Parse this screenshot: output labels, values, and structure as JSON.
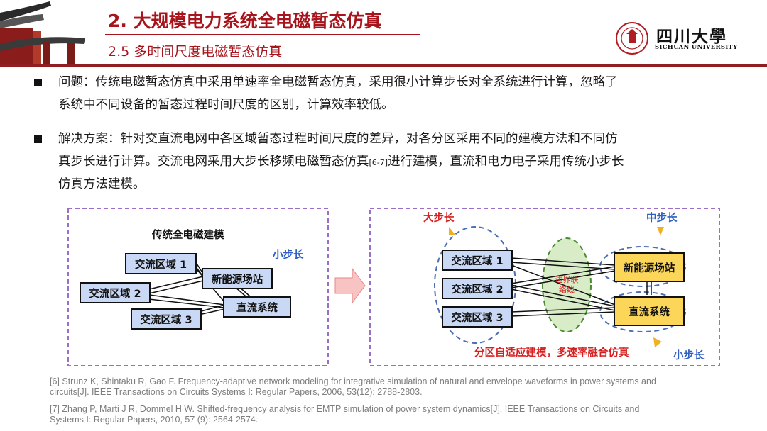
{
  "header": {
    "title": "2. 大规模电力系统全电磁暂态仿真",
    "subtitle": "2.5 多时间尺度电磁暂态仿真",
    "logo_cn": "四川大學",
    "logo_en": "SICHUAN UNIVERSITY"
  },
  "bullets": [
    {
      "lines": [
        "问题：传统电磁暂态仿真中采用单速率全电磁暂态仿真，采用很小计算步长对全系统进行计算，忽略了",
        "系统中不同设备的暂态过程时间尺度的区别，计算效率较低。"
      ]
    },
    {
      "line1": "解决方案：针对交直流电网中各区域暂态过程时间尺度的差异，对各分区采用不同的建模方法和不同仿",
      "line2_a": "真步长进行计算。交流电网采用大步长移频电磁暂态仿真",
      "line2_ref": "[6-7]",
      "line2_b": "进行建模，直流和电力电子采用传统小步长",
      "line3": "仿真方法建模。"
    }
  ],
  "left_diagram": {
    "title": "传统全电磁建模",
    "step_label": "小步长",
    "nodes": {
      "ac1": "交流区域 1",
      "ac2": "交流区域 2",
      "ac3": "交流区域 3",
      "renewable": "新能源场站",
      "dc": "直流系统"
    }
  },
  "right_diagram": {
    "large_step": "大步长",
    "medium_step": "中步长",
    "small_step": "小步长",
    "boundary": [
      "边界联",
      "络线"
    ],
    "nodes": {
      "ac1": "交流区域 1",
      "ac2": "交流区域 2",
      "ac3": "交流区域 3",
      "renewable": "新能源场站",
      "dc": "直流系统"
    },
    "caption": "分区自适应建模，多速率融合仿真"
  },
  "references": [
    [
      "[6] Strunz K, Shintaku R, Gao F. Frequency-adaptive network modeling for integrative simulation of natural and envelope waveforms in power systems and",
      "circuits[J]. IEEE Transactions on Circuits Systems I: Regular Papers, 2006, 53(12): 2788-2803."
    ],
    [
      "[7] Zhang P, Marti J R, Dommel H W. Shifted-frequency analysis for EMTP simulation of power system dynamics[J]. IEEE Transactions on Circuits and",
      "Systems I: Regular Papers, 2010, 57 (9): 2564-2574."
    ]
  ],
  "colors": {
    "brand_red": "#a8141c",
    "node_blue": "#c9d8f4",
    "node_yellow": "#fcd658",
    "dashed_frame": "#9b6fc6",
    "label_blue": "#2f5fc4",
    "label_red": "#d62020"
  }
}
